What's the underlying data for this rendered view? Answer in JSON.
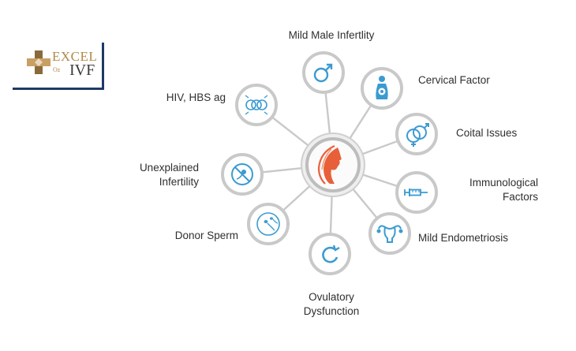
{
  "logo": {
    "line1": "EXCEL",
    "line2": "IVF",
    "tagline": "Oz"
  },
  "colors": {
    "accent": "#3b9bd1",
    "ring": "#c9c9c9",
    "center_accent": "#e8603a",
    "logo_gold": "#b0894a",
    "logo_navy": "#1e3a66"
  },
  "diagram": {
    "center_icon": "female-profile-icon",
    "nodes": [
      {
        "key": "mild-male-infertility",
        "icon": "male-symbol-icon",
        "label_lines": [
          "Mild Male Infertlity"
        ]
      },
      {
        "key": "cervical-factor",
        "icon": "pregnant-woman-icon",
        "label_lines": [
          "Cervical Factor"
        ]
      },
      {
        "key": "coital-issues",
        "icon": "gender-symbols-icon",
        "label_lines": [
          "Coital Issues"
        ]
      },
      {
        "key": "immunological-factors",
        "icon": "syringe-icon",
        "label_lines": [
          "Immunological",
          "Factors"
        ]
      },
      {
        "key": "mild-endometriosis",
        "icon": "uterus-icon",
        "label_lines": [
          "Mild Endometriosis"
        ]
      },
      {
        "key": "ovulatory-dysfunction",
        "icon": "ovulation-cycle-icon",
        "label_lines": [
          "Ovulatory",
          "Dysfunction"
        ]
      },
      {
        "key": "donor-sperm",
        "icon": "sperm-egg-icon",
        "label_lines": [
          "Donor Sperm"
        ]
      },
      {
        "key": "unexplained-infertility",
        "icon": "no-sperm-icon",
        "label_lines": [
          "Unexplained",
          "Infertility"
        ]
      },
      {
        "key": "hiv-hbs-ag",
        "icon": "linked-rings-icon",
        "label_lines": [
          "HIV, HBS ag"
        ]
      }
    ]
  }
}
